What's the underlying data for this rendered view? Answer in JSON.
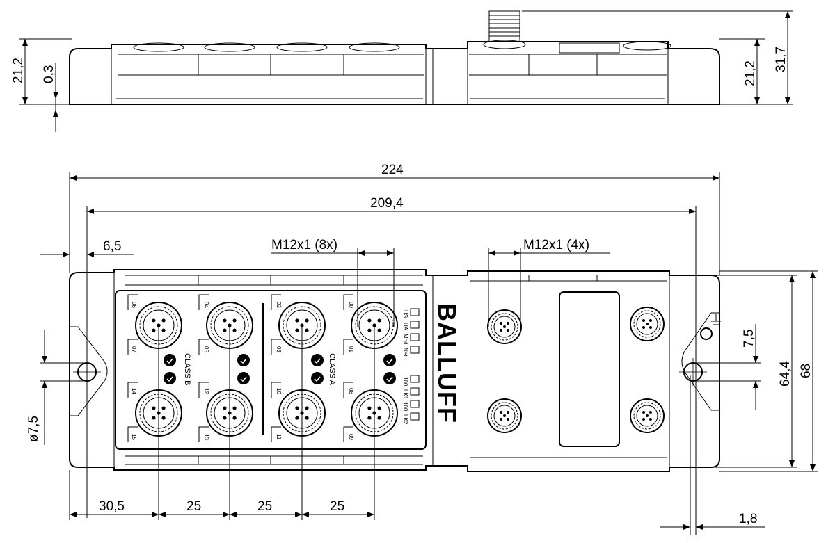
{
  "brand": "BALLUFF",
  "dimensions": {
    "overall_length": "224",
    "hole_spacing": "209,4",
    "edge_offset": "6,5",
    "ports_label_8x": "M12x1 (8x)",
    "ports_label_4x": "M12x1 (4x)",
    "hole_diameter": "ø7,5",
    "right_offset": "7,5",
    "inner_height": "64,4",
    "outer_height": "68",
    "first_pitch": "30,5",
    "pitch_1": "25",
    "pitch_2": "25",
    "pitch_3": "25",
    "right_margin": "1,8",
    "side_height_left": "21,2",
    "side_gap": "0,3",
    "side_height_right": "21,2",
    "side_total_height": "31,7"
  },
  "ports_top": [
    "06",
    "04",
    "02",
    "00"
  ],
  "ports_top_sub": [
    "07",
    "05",
    "03",
    "01"
  ],
  "ports_bottom": [
    "14",
    "12",
    "10",
    "08"
  ],
  "ports_bottom_sub": [
    "15",
    "13",
    "11",
    "09"
  ],
  "class_labels": [
    "CLASS B",
    "CLASS A"
  ],
  "status_leds": [
    "US",
    "UA",
    "Mod",
    "Net"
  ],
  "link_leds": [
    "100",
    "LK1",
    "100",
    "LK2"
  ]
}
